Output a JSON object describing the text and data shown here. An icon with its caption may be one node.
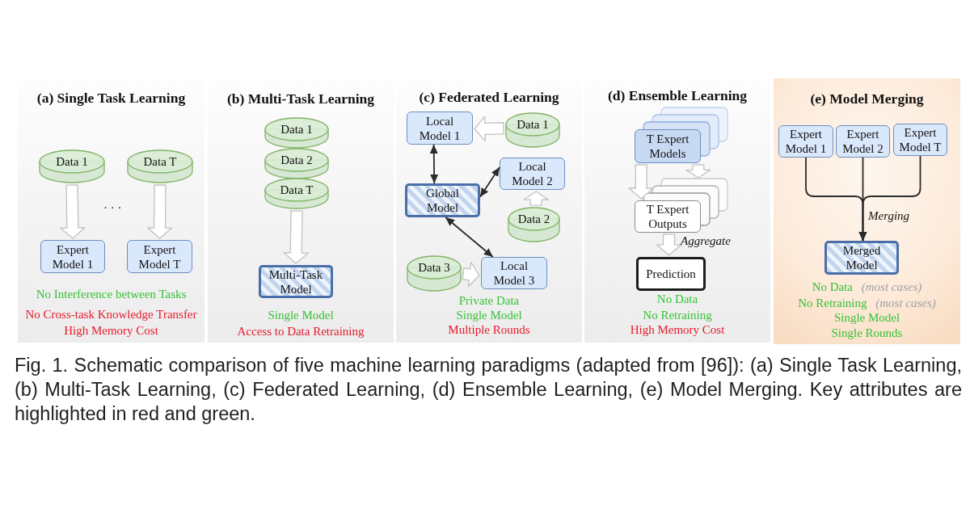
{
  "diagram": {
    "caption": "Fig. 1. Schematic comparison of five machine learning paradigms (adapted from [96]): (a) Single Task Learning, (b) Multi-Task Learning, (c) Federated Learning, (d) Ensemble Learning, (e) Model Merging. Key attributes are highlighted in red and green.",
    "nodes": [
      {
        "text": [
          "(a) Single Task Learning",
          "No Interference between Tasks",
          "No Cross-task Knowledge Transfer",
          "High Memory Cost"
        ]
      },
      {
        "text": [
          "Data 1"
        ],
        "in": 0
      },
      {
        "text": [
          "Data T"
        ],
        "in": 0
      },
      {
        "text": [
          "Expert Model 1"
        ],
        "in": 0
      },
      {
        "text": [
          "Expert Model T"
        ],
        "in": 0
      },
      {
        "text": [
          "(b) Multi-Task Learning",
          "Single Model",
          "Access to Data Retraining"
        ]
      },
      {
        "text": [
          "Data 1"
        ],
        "in": 5
      },
      {
        "text": [
          "Data 2"
        ],
        "in": 5
      },
      {
        "text": [
          "Data T"
        ],
        "in": 5
      },
      {
        "text": [
          "Multi-Task Model"
        ],
        "in": 5
      },
      {
        "text": [
          "(c) Federated Learning",
          "Private Data",
          "Single Model",
          "Multiple Rounds"
        ]
      },
      {
        "text": [
          "Local Model 1"
        ],
        "in": 10
      },
      {
        "text": [
          "Data 1"
        ],
        "in": 10
      },
      {
        "text": [
          "Local Model 2"
        ],
        "in": 10
      },
      {
        "text": [
          "Global Model"
        ],
        "in": 10
      },
      {
        "text": [
          "Data 2"
        ],
        "in": 10
      },
      {
        "text": [
          "Data 3"
        ],
        "in": 10
      },
      {
        "text": [
          "Local Model 3"
        ],
        "in": 10
      },
      {
        "text": [
          "(d) Ensemble Learning",
          "No Data",
          "No Retraining",
          "High Memory Cost"
        ]
      },
      {
        "text": [
          "T Expert Models"
        ],
        "in": 18
      },
      {
        "text": [
          "T Expert Outputs"
        ],
        "in": 18
      },
      {
        "text": [
          "Prediction"
        ],
        "in": 18
      },
      {
        "text": [
          "(e) Model Merging",
          "No Data *(most cases)*",
          "No Retraining *(most cases)*",
          "Single Model",
          "Single Rounds"
        ]
      },
      {
        "text": [
          "Expert Model 1"
        ],
        "in": 22
      },
      {
        "text": [
          "Expert Model 2"
        ],
        "in": 22
      },
      {
        "text": [
          "Expert Model T"
        ],
        "in": 22
      },
      {
        "text": [
          "Merged Model"
        ],
        "in": 22
      }
    ],
    "edges": [
      {
        "from": 1,
        "to": 3,
        "arrow": "to",
        "style": "thick"
      },
      {
        "from": 2,
        "to": 4,
        "arrow": "to",
        "style": "thick"
      },
      {
        "from": 8,
        "to": 9,
        "arrow": "to",
        "style": "thick"
      },
      {
        "from": 12,
        "to": 11,
        "arrow": "to",
        "style": "thick"
      },
      {
        "from": 15,
        "to": 13,
        "arrow": "to",
        "style": "thick"
      },
      {
        "from": 16,
        "to": 17,
        "arrow": "to",
        "style": "thick"
      },
      {
        "from": 11,
        "to": 14,
        "arrow": "both"
      },
      {
        "from": 14,
        "to": 13,
        "arrow": "both"
      },
      {
        "from": 14,
        "to": 17,
        "arrow": "both"
      },
      {
        "from": 19,
        "to": 20,
        "arrow": "to",
        "style": "thick"
      },
      {
        "from": 19,
        "to": null,
        "arrow": "to",
        "style": "thick"
      },
      {
        "from": 20,
        "to": 21,
        "arrow": "to",
        "style": "thick",
        "label": "Aggregate"
      },
      {
        "from": 23,
        "to": 26,
        "arrow": "to"
      },
      {
        "from": 24,
        "to": 26,
        "arrow": "to",
        "label": "Merging"
      },
      {
        "from": 25,
        "to": 26,
        "arrow": "to"
      }
    ],
    "labels": [
      "· · ·"
    ]
  }
}
